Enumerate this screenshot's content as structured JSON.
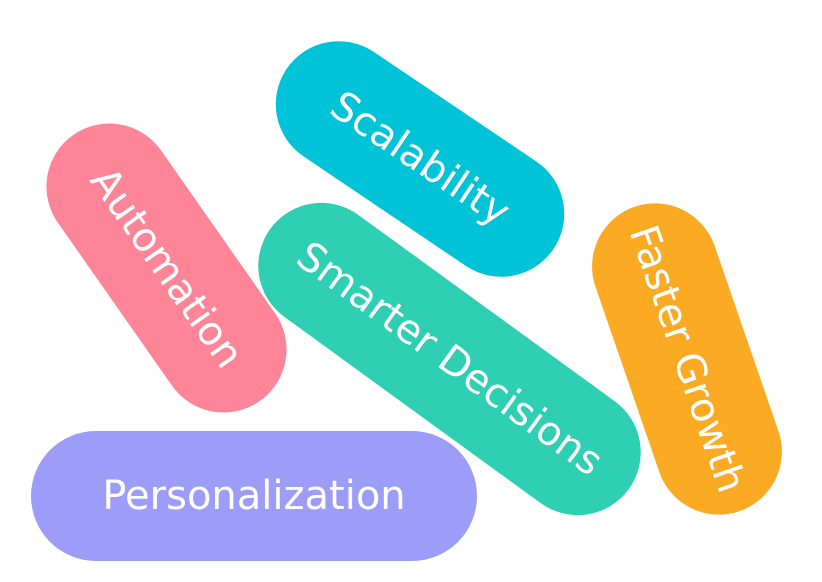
{
  "pills": {
    "automation": {
      "label": "Automation",
      "color": "#fd8597"
    },
    "scalability": {
      "label": "Scalability",
      "color": "#00c3d8"
    },
    "faster_growth": {
      "label": "Faster Growth",
      "color": "#fbaa24"
    },
    "smarter_decisions": {
      "label": "Smarter Decisions",
      "color": "#2fcfb3"
    },
    "personalization": {
      "label": "Personalization",
      "color": "#9c9cf9"
    }
  }
}
